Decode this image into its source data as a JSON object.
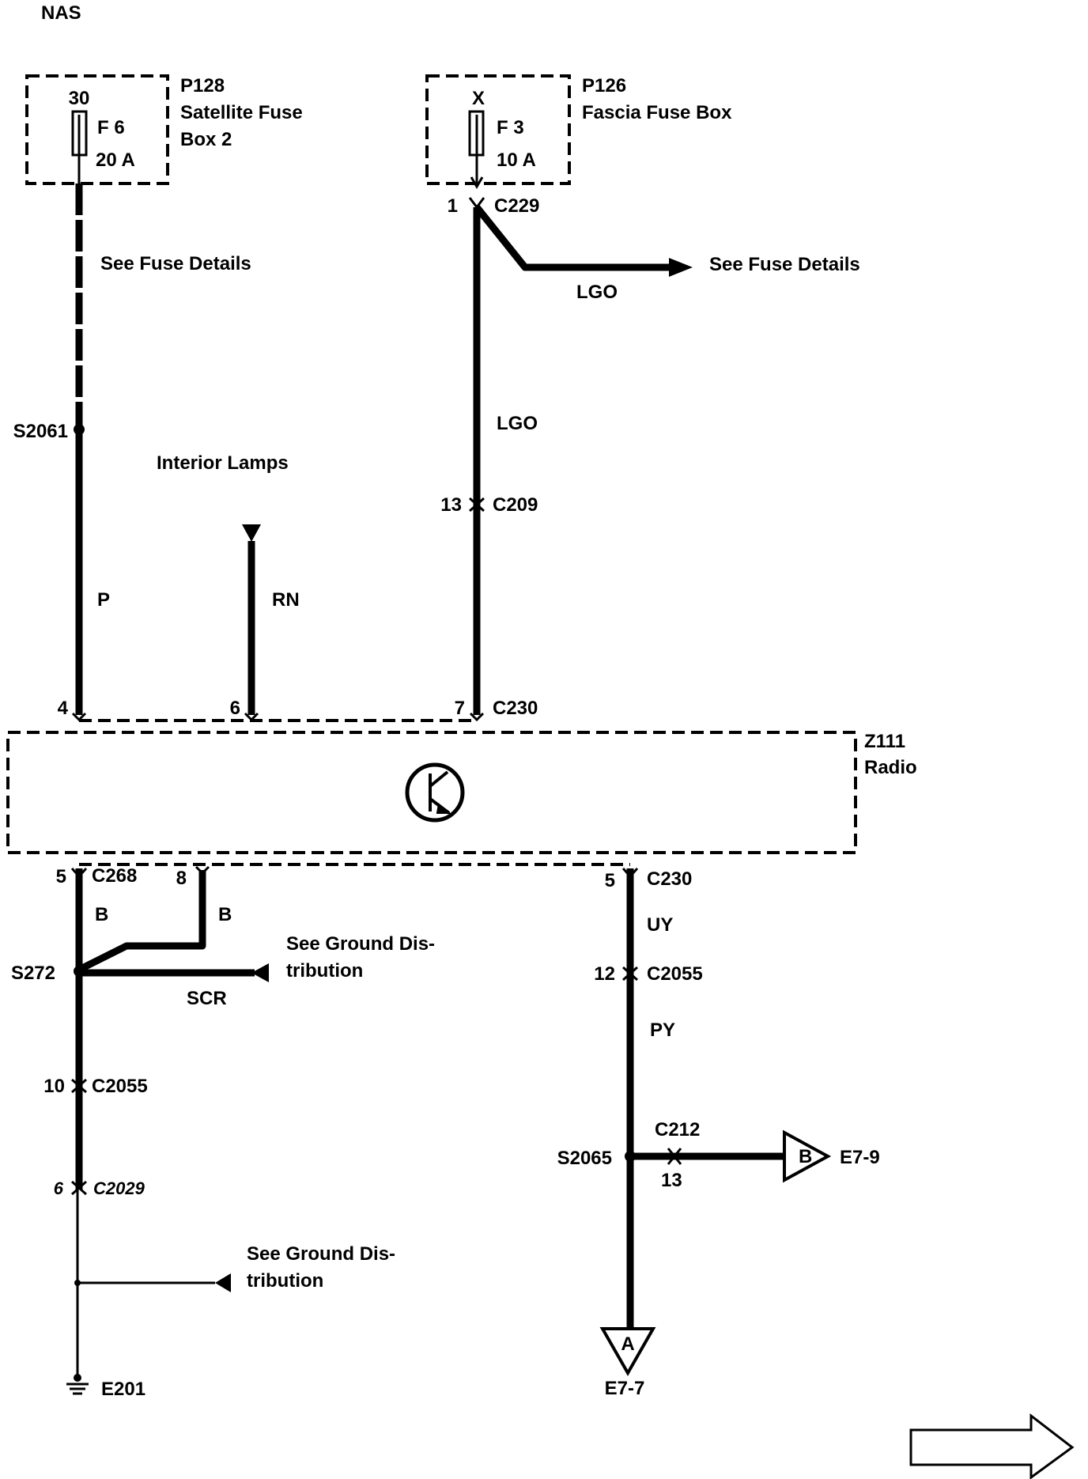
{
  "header": {
    "region": "NAS"
  },
  "fuse_boxes": [
    {
      "pin": "30",
      "fuse": "F 6",
      "rating": "20 A",
      "id": "P128",
      "name_line1": "Satellite Fuse",
      "name_line2": "Box 2"
    },
    {
      "pin": "X",
      "fuse": "F 3",
      "rating": "10 A",
      "id": "P126",
      "name_line1": "Fascia Fuse Box"
    }
  ],
  "refs": {
    "fuse_details_left": "See Fuse Details",
    "fuse_details_right": "See Fuse Details",
    "interior_lamps": "Interior Lamps",
    "ground_dist_1_line1": "See Ground Dis-",
    "ground_dist_1_line2": "tribution",
    "ground_dist_2_line1": "See Ground Dis-",
    "ground_dist_2_line2": "tribution"
  },
  "wires": {
    "lgo_branch": "LGO",
    "lgo_main": "LGO",
    "p": "P",
    "rn": "RN",
    "b_left": "B",
    "b_right": "B",
    "scr": "SCR",
    "uy": "UY",
    "py": "PY"
  },
  "connectors": {
    "c229": {
      "pin": "1",
      "name": "C229"
    },
    "c209": {
      "pin": "13",
      "name": "C209"
    },
    "c230_top": {
      "pin": "7",
      "name": "C230"
    },
    "pin4": "4",
    "pin6": "6",
    "c268": {
      "pin": "5",
      "name": "C268"
    },
    "pin8": "8",
    "c230_bottom": {
      "pin": "5",
      "name": "C230"
    },
    "c2055_right": {
      "pin": "12",
      "name": "C2055"
    },
    "c2055_left": {
      "pin": "10",
      "name": "C2055"
    },
    "c2029": {
      "pin": "6",
      "name": "C2029"
    },
    "c212": {
      "pin": "13",
      "name": "C212"
    }
  },
  "splices": {
    "s2061": "S2061",
    "s272": "S272",
    "s2065": "S2065"
  },
  "module": {
    "id": "Z111",
    "name": "Radio"
  },
  "ground": {
    "id": "E201"
  },
  "offpage": {
    "a": {
      "letter": "A",
      "ref": "E7-7"
    },
    "b": {
      "letter": "B",
      "ref": "E7-9"
    }
  }
}
